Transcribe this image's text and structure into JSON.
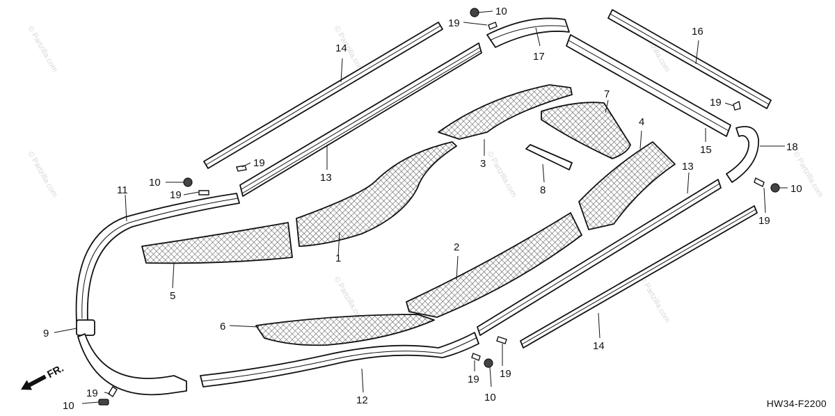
{
  "diagram": {
    "code": "HW34-F2200",
    "front_arrow": "FR.",
    "watermark": "© Partzilla.com",
    "callouts": {
      "p1": "1",
      "p2": "2",
      "p3": "3",
      "p4": "4",
      "p5": "5",
      "p6": "6",
      "p7": "7",
      "p8": "8",
      "p9": "9",
      "p10a": "10",
      "p10b": "10",
      "p10c": "10",
      "p10d": "10",
      "p10e": "10",
      "p11": "11",
      "p12": "12",
      "p13a": "13",
      "p13b": "13",
      "p14a": "14",
      "p14b": "14",
      "p15": "15",
      "p16": "16",
      "p17": "17",
      "p18": "18",
      "p19a": "19",
      "p19b": "19",
      "p19c": "19",
      "p19d": "19",
      "p19e": "19",
      "p19f": "19",
      "p19g": "19",
      "p19h": "19"
    }
  }
}
